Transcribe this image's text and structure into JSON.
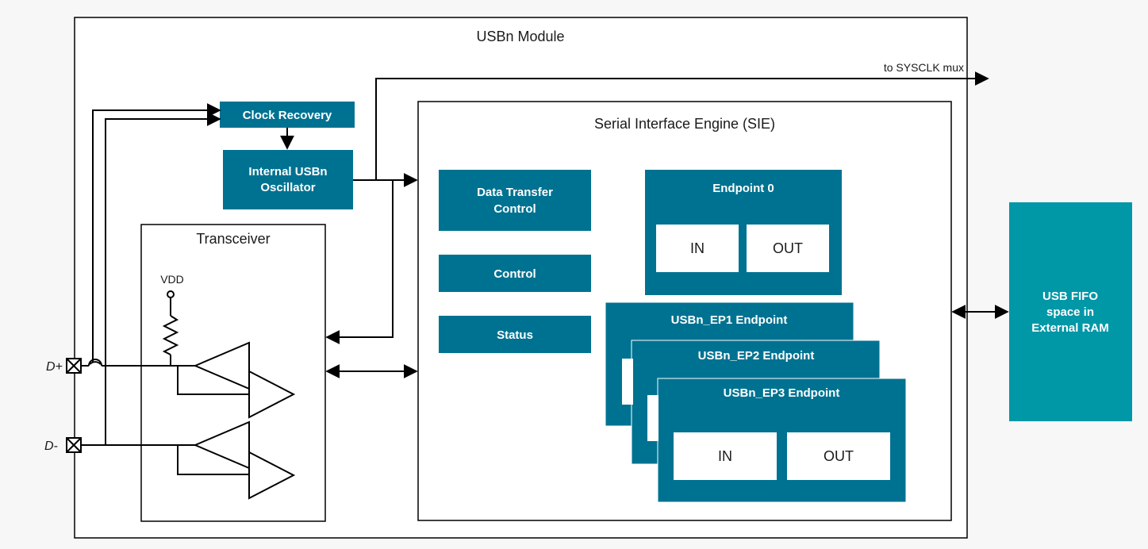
{
  "colors": {
    "block": "#007291",
    "fifo": "#0097a7",
    "line": "#000000",
    "background": "#f7f7f7"
  },
  "module": {
    "title": "USBn Module"
  },
  "sysclk": {
    "label": "to SYSCLK mux"
  },
  "clock_recovery": {
    "label": "Clock Recovery"
  },
  "oscillator": {
    "line1": "Internal USBn",
    "line2": "Oscillator"
  },
  "transceiver": {
    "title": "Transceiver",
    "vdd": "VDD"
  },
  "sie": {
    "title": "Serial Interface Engine (SIE)",
    "data_transfer": {
      "line1": "Data Transfer",
      "line2": "Control"
    },
    "control": "Control",
    "status": "Status"
  },
  "endpoint0": {
    "title": "Endpoint 0",
    "in": "IN",
    "out": "OUT"
  },
  "ep1": {
    "title": "USBn_EP1 Endpoint"
  },
  "ep2": {
    "title": "USBn_EP2 Endpoint"
  },
  "ep3": {
    "title": "USBn_EP3 Endpoint",
    "in": "IN",
    "out": "OUT"
  },
  "fifo": {
    "line1": "USB FIFO",
    "line2": "space in",
    "line3": "External RAM"
  },
  "pins": {
    "dplus": "D+",
    "dminus": "D-"
  }
}
